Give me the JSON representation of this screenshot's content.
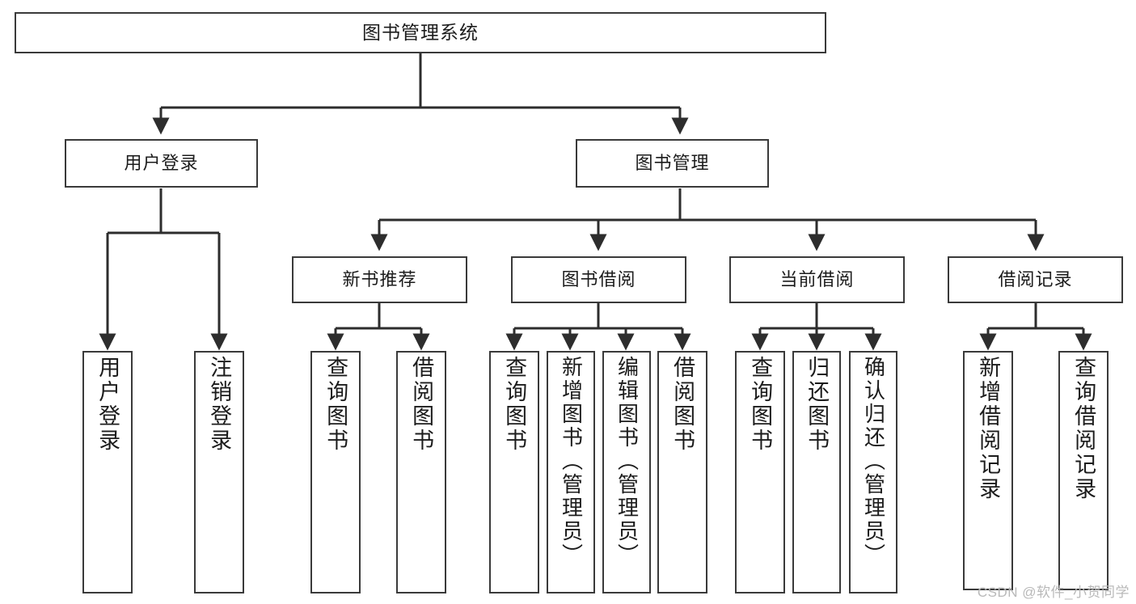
{
  "diagram": {
    "title": "图书管理系统",
    "type": "tree-hierarchy",
    "watermark": "CSDN @软件_小贺同学",
    "colors": {
      "background": "#ffffff",
      "box_border": "#3a3a3a",
      "box_fill": "#ffffff",
      "connector": "#2d2d2d",
      "text": "#1c1c1c",
      "watermark": "#b9b9b9"
    },
    "nodes": {
      "root": {
        "label": "图书管理系统"
      },
      "level1": [
        {
          "label": "用户登录"
        },
        {
          "label": "图书管理"
        }
      ],
      "level2": [
        {
          "label": "新书推荐"
        },
        {
          "label": "图书借阅"
        },
        {
          "label": "当前借阅"
        },
        {
          "label": "借阅记录"
        }
      ],
      "leaves": {
        "user_login": [
          {
            "label": "用户登录"
          },
          {
            "label": "注销登录"
          }
        ],
        "new_book_recommend": [
          {
            "label": "查询图书"
          },
          {
            "label": "借阅图书"
          }
        ],
        "book_borrow": [
          {
            "label": "查询图书"
          },
          {
            "label": "新增图书（管理员）"
          },
          {
            "label": "编辑图书（管理员）"
          },
          {
            "label": "借阅图书"
          }
        ],
        "current_borrow": [
          {
            "label": "查询图书"
          },
          {
            "label": "归还图书"
          },
          {
            "label": "确认归还（管理员）"
          }
        ],
        "borrow_records": [
          {
            "label": "新增借阅记录"
          },
          {
            "label": "查询借阅记录"
          }
        ]
      }
    }
  }
}
